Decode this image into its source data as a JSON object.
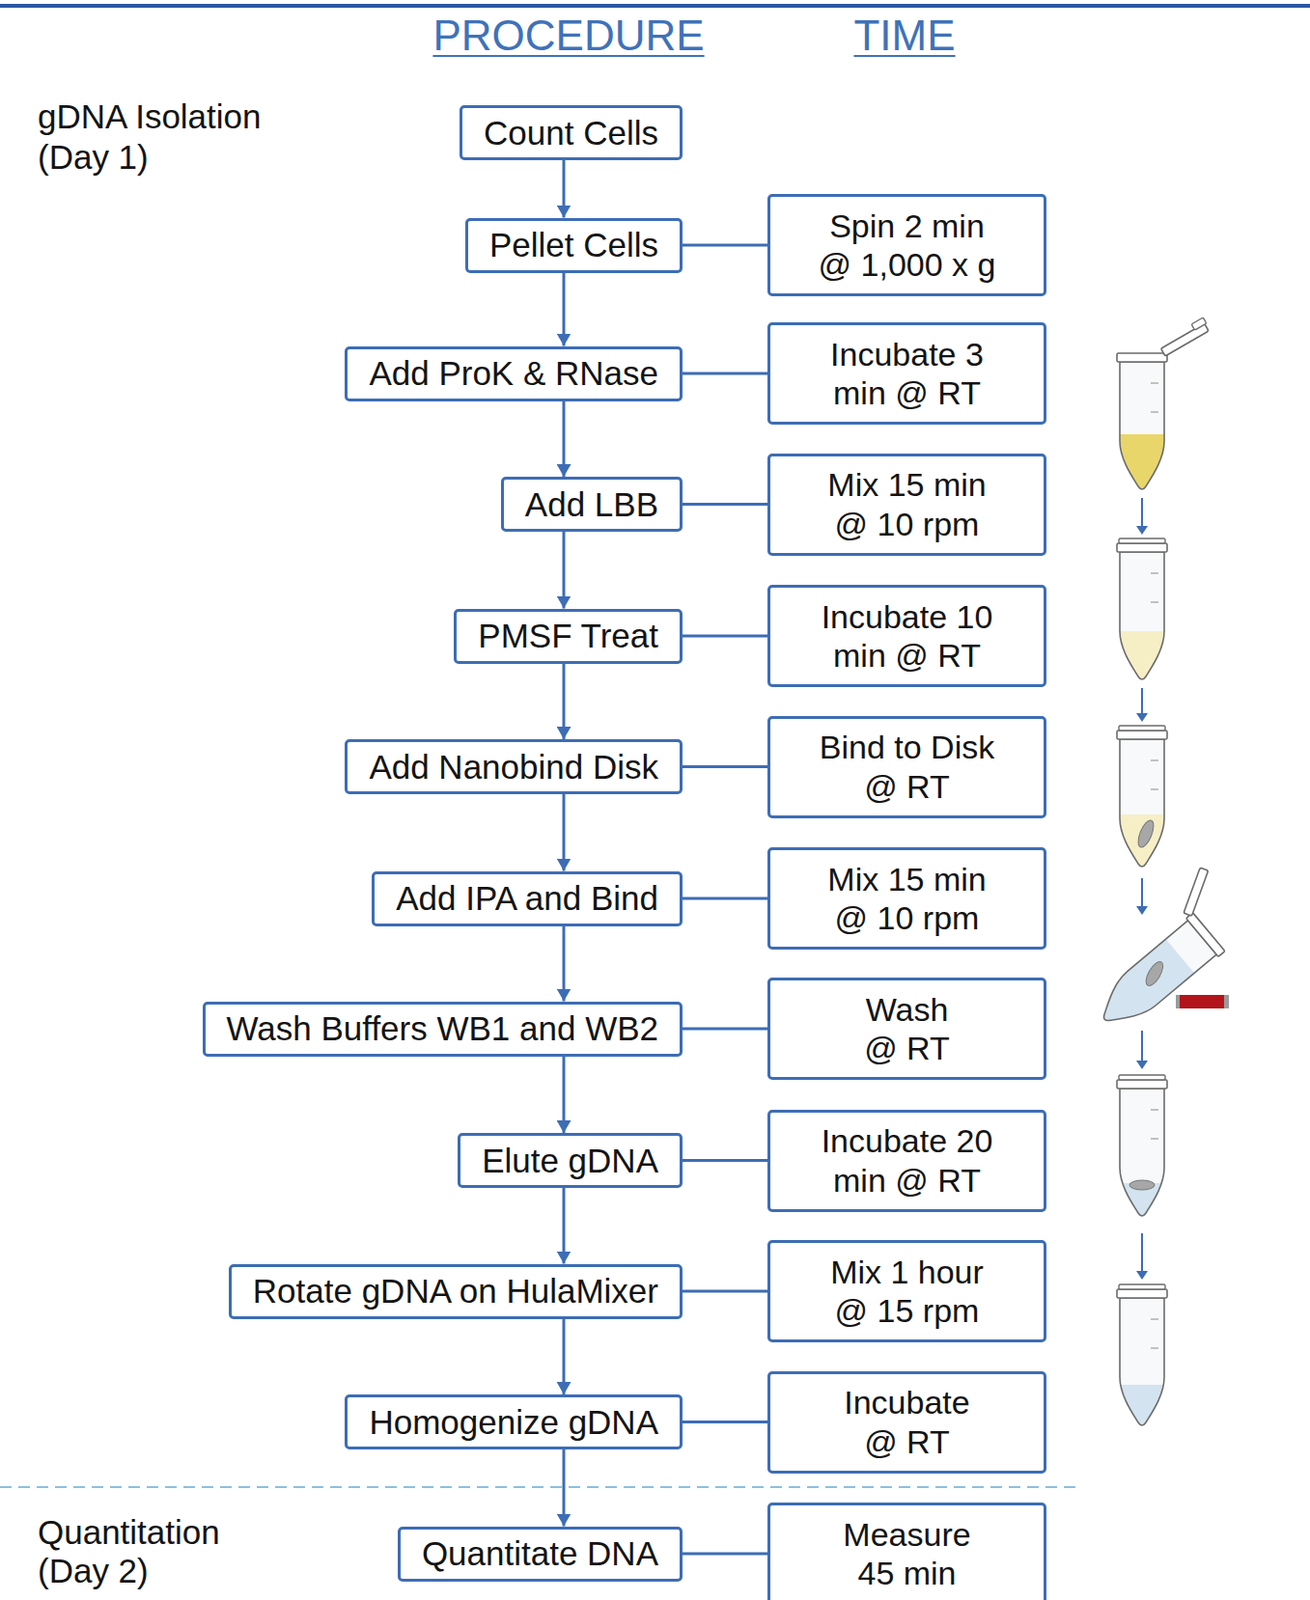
{
  "diagram": {
    "nodes": [
      {
        "text": [
          "Count Cells"
        ]
      },
      {
        "text": [
          "Pellet Cells"
        ]
      },
      {
        "text": [
          "Spin 2 min @ 1,000 x g"
        ]
      },
      {
        "text": [
          "Add ProK & RNase"
        ]
      },
      {
        "text": [
          "Incubate 3 min @ RT"
        ]
      },
      {
        "text": [
          "Add LBB"
        ]
      },
      {
        "text": [
          "Mix 15 min @ 10 rpm"
        ]
      },
      {
        "text": [
          "PMSF Treat"
        ]
      },
      {
        "text": [
          "Incubate 10 min @ RT"
        ]
      },
      {
        "text": [
          "Add Nanobind Disk"
        ]
      },
      {
        "text": [
          "Bind to Disk @ RT"
        ]
      },
      {
        "text": [
          "Add IPA and Bind"
        ]
      },
      {
        "text": [
          "Mix 15 min @ 10 rpm"
        ]
      },
      {
        "text": [
          "Wash Buffers WB1 and WB2"
        ]
      },
      {
        "text": [
          "Wash @ RT"
        ]
      },
      {
        "text": [
          "Elute gDNA"
        ]
      },
      {
        "text": [
          "Incubate 20 min @ RT"
        ]
      },
      {
        "text": [
          "Rotate gDNA on HulaMixer"
        ]
      },
      {
        "text": [
          "Mix 1 hour @ 15 rpm"
        ]
      },
      {
        "text": [
          "Homogenize gDNA"
        ]
      },
      {
        "text": [
          "Incubate @ RT"
        ]
      },
      {
        "text": [
          "Quantitate DNA"
        ]
      },
      {
        "text": [
          "Measure 45 min"
        ]
      }
    ],
    "edges": [
      {
        "from": 0,
        "to": 1,
        "arrow": "to"
      },
      {
        "from": 1,
        "to": 2,
        "arrow": "none"
      },
      {
        "from": 1,
        "to": 3,
        "arrow": "to"
      },
      {
        "from": 3,
        "to": 4,
        "arrow": "none"
      },
      {
        "from": 3,
        "to": 5,
        "arrow": "to"
      },
      {
        "from": 5,
        "to": 6,
        "arrow": "none"
      },
      {
        "from": 5,
        "to": 7,
        "arrow": "to"
      },
      {
        "from": 7,
        "to": 8,
        "arrow": "none"
      },
      {
        "from": 7,
        "to": 9,
        "arrow": "to"
      },
      {
        "from": 9,
        "to": 10,
        "arrow": "none"
      },
      {
        "from": 9,
        "to": 11,
        "arrow": "to"
      },
      {
        "from": 11,
        "to": 12,
        "arrow": "none"
      },
      {
        "from": 11,
        "to": 13,
        "arrow": "to"
      },
      {
        "from": 13,
        "to": 14,
        "arrow": "none"
      },
      {
        "from": 13,
        "to": 15,
        "arrow": "to"
      },
      {
        "from": 15,
        "to": 16,
        "arrow": "none"
      },
      {
        "from": 15,
        "to": 17,
        "arrow": "to"
      },
      {
        "from": 17,
        "to": 18,
        "arrow": "none"
      },
      {
        "from": 17,
        "to": 19,
        "arrow": "to"
      },
      {
        "from": 19,
        "to": 20,
        "arrow": "none"
      },
      {
        "from": 19,
        "to": 21,
        "arrow": "to"
      },
      {
        "from": 21,
        "to": 22,
        "arrow": "none"
      }
    ],
    "labels": [
      "PROCEDURE",
      "TIME",
      "gDNA Isolation (Day 1)",
      "Quantitation (Day 2)"
    ]
  }
}
